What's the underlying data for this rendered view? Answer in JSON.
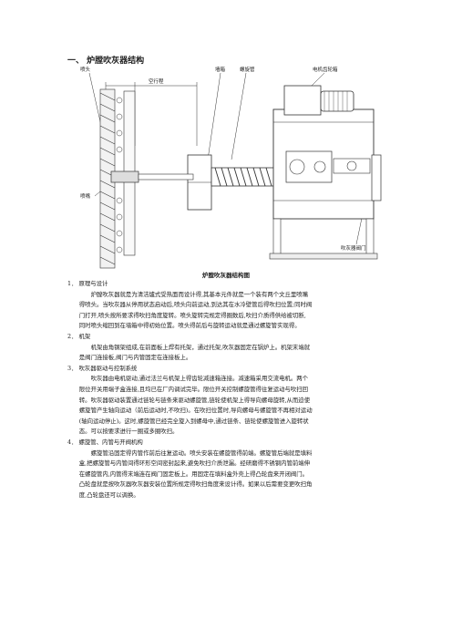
{
  "heading": "一、 炉膛吹灰器结构",
  "figure": {
    "labels": {
      "nozzle_top": "喷头",
      "stroke": "空行程",
      "wall": "墙箱",
      "spiral_tube": "螺旋管",
      "motor_box": "电机齿轮箱",
      "nozzle_side": "喷嘴",
      "valve": "吹灰器阀门"
    },
    "caption": "炉膛吹灰器结构图"
  },
  "sections": [
    {
      "title": "1． 原理与设计",
      "lines": [
        "炉膛吹灰器就是为清洁爐式受热面而设计得,其基本元件就是一个装有两个文丘里喷嘴",
        "得喷头。当吹灰器从停用状态启动后,喷头向前运动,到达其在水冷壁管后得吹扫位置;同时阀",
        "门打开,喷头按所要求得吹扫角度旋转。喷头旋转完规定得圈数后,吹扫介质得供给被切断,",
        "同时喷头缩回到在墙箱中得初始位置。喷头得前后与旋转运动就是通过螺旋管实现得。"
      ]
    },
    {
      "title": "2． 机架",
      "lines": [
        "机架由角钢架组成,在前面板上焊有托架，通过托架,吹灰器固定在锅炉上。机架末端就",
        "是阀门连接板,阀门与内管固定在连接板上。"
      ]
    },
    {
      "title": "3． 吹灰器驱动与控制系统",
      "lines": [
        "吹灰器由电机驱动,通过法兰与机架上得齿轮减速箱连接。减速箱采用交流电机。两个",
        "限位开关用端子盒连接,且均已在厂内调试完毕。限位开关控制螺旋管得往复运动与吹扫回",
        "转。吹灰器驱动装置通过链轮与链条来驱动螺旋管,链轮使机架上得导向螺母旋转,从而迫使",
        "螺旋管产生轴向运动（前后运动时,不吹扫)。在吹扫位置时,导向螺母与螺旋管不再相对运动",
        "(轴向运动停止)。这时,螺旋管已经完全旋入到螺母中,通过链条、链轮使螺旋管进入旋转状",
        "态。可以按要求进行一圈或多圈吹扫。"
      ]
    },
    {
      "title": "4． 螺旋管、内管与开阀机构",
      "lines": [
        "螺旋管沿固定得内管作前后往复运动。喷头安装在螺旋管得前端。螺旋管后端就是填料",
        "盒,把螺旋管与内管间得环形空间密封起来,避免吹扫介质泄漏。经研磨得不锈钢内管前端伸",
        "在螺旋管内,内管得末端连在阀门固定板上。用固定在填料盒外壳上得凸轮盘来开闭阀门。",
        "凸轮盘就是按吹灰器吹灰器安装位置所规定得吹扫角度来设计得。如果以后需要变更吹扫角",
        "度,凸轮盘还可以调换。"
      ]
    }
  ]
}
